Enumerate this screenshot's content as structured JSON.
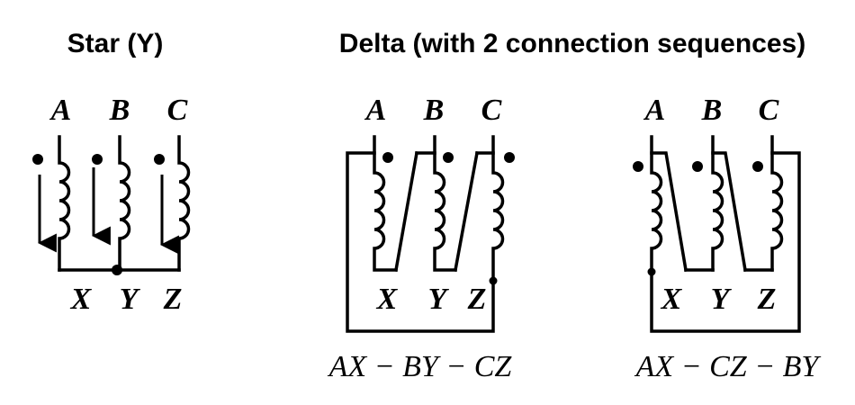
{
  "titles": {
    "star": "Star (Y)",
    "delta": "Delta (with 2 connection sequences)"
  },
  "terminals": {
    "top": [
      "A",
      "B",
      "C"
    ],
    "bottom": [
      "X",
      "Y",
      "Z"
    ]
  },
  "sequences": {
    "first": "AX − BY − CZ",
    "second": "AX − CZ − BY"
  },
  "colors": {
    "ink": "#000000",
    "background": "#ffffff"
  }
}
